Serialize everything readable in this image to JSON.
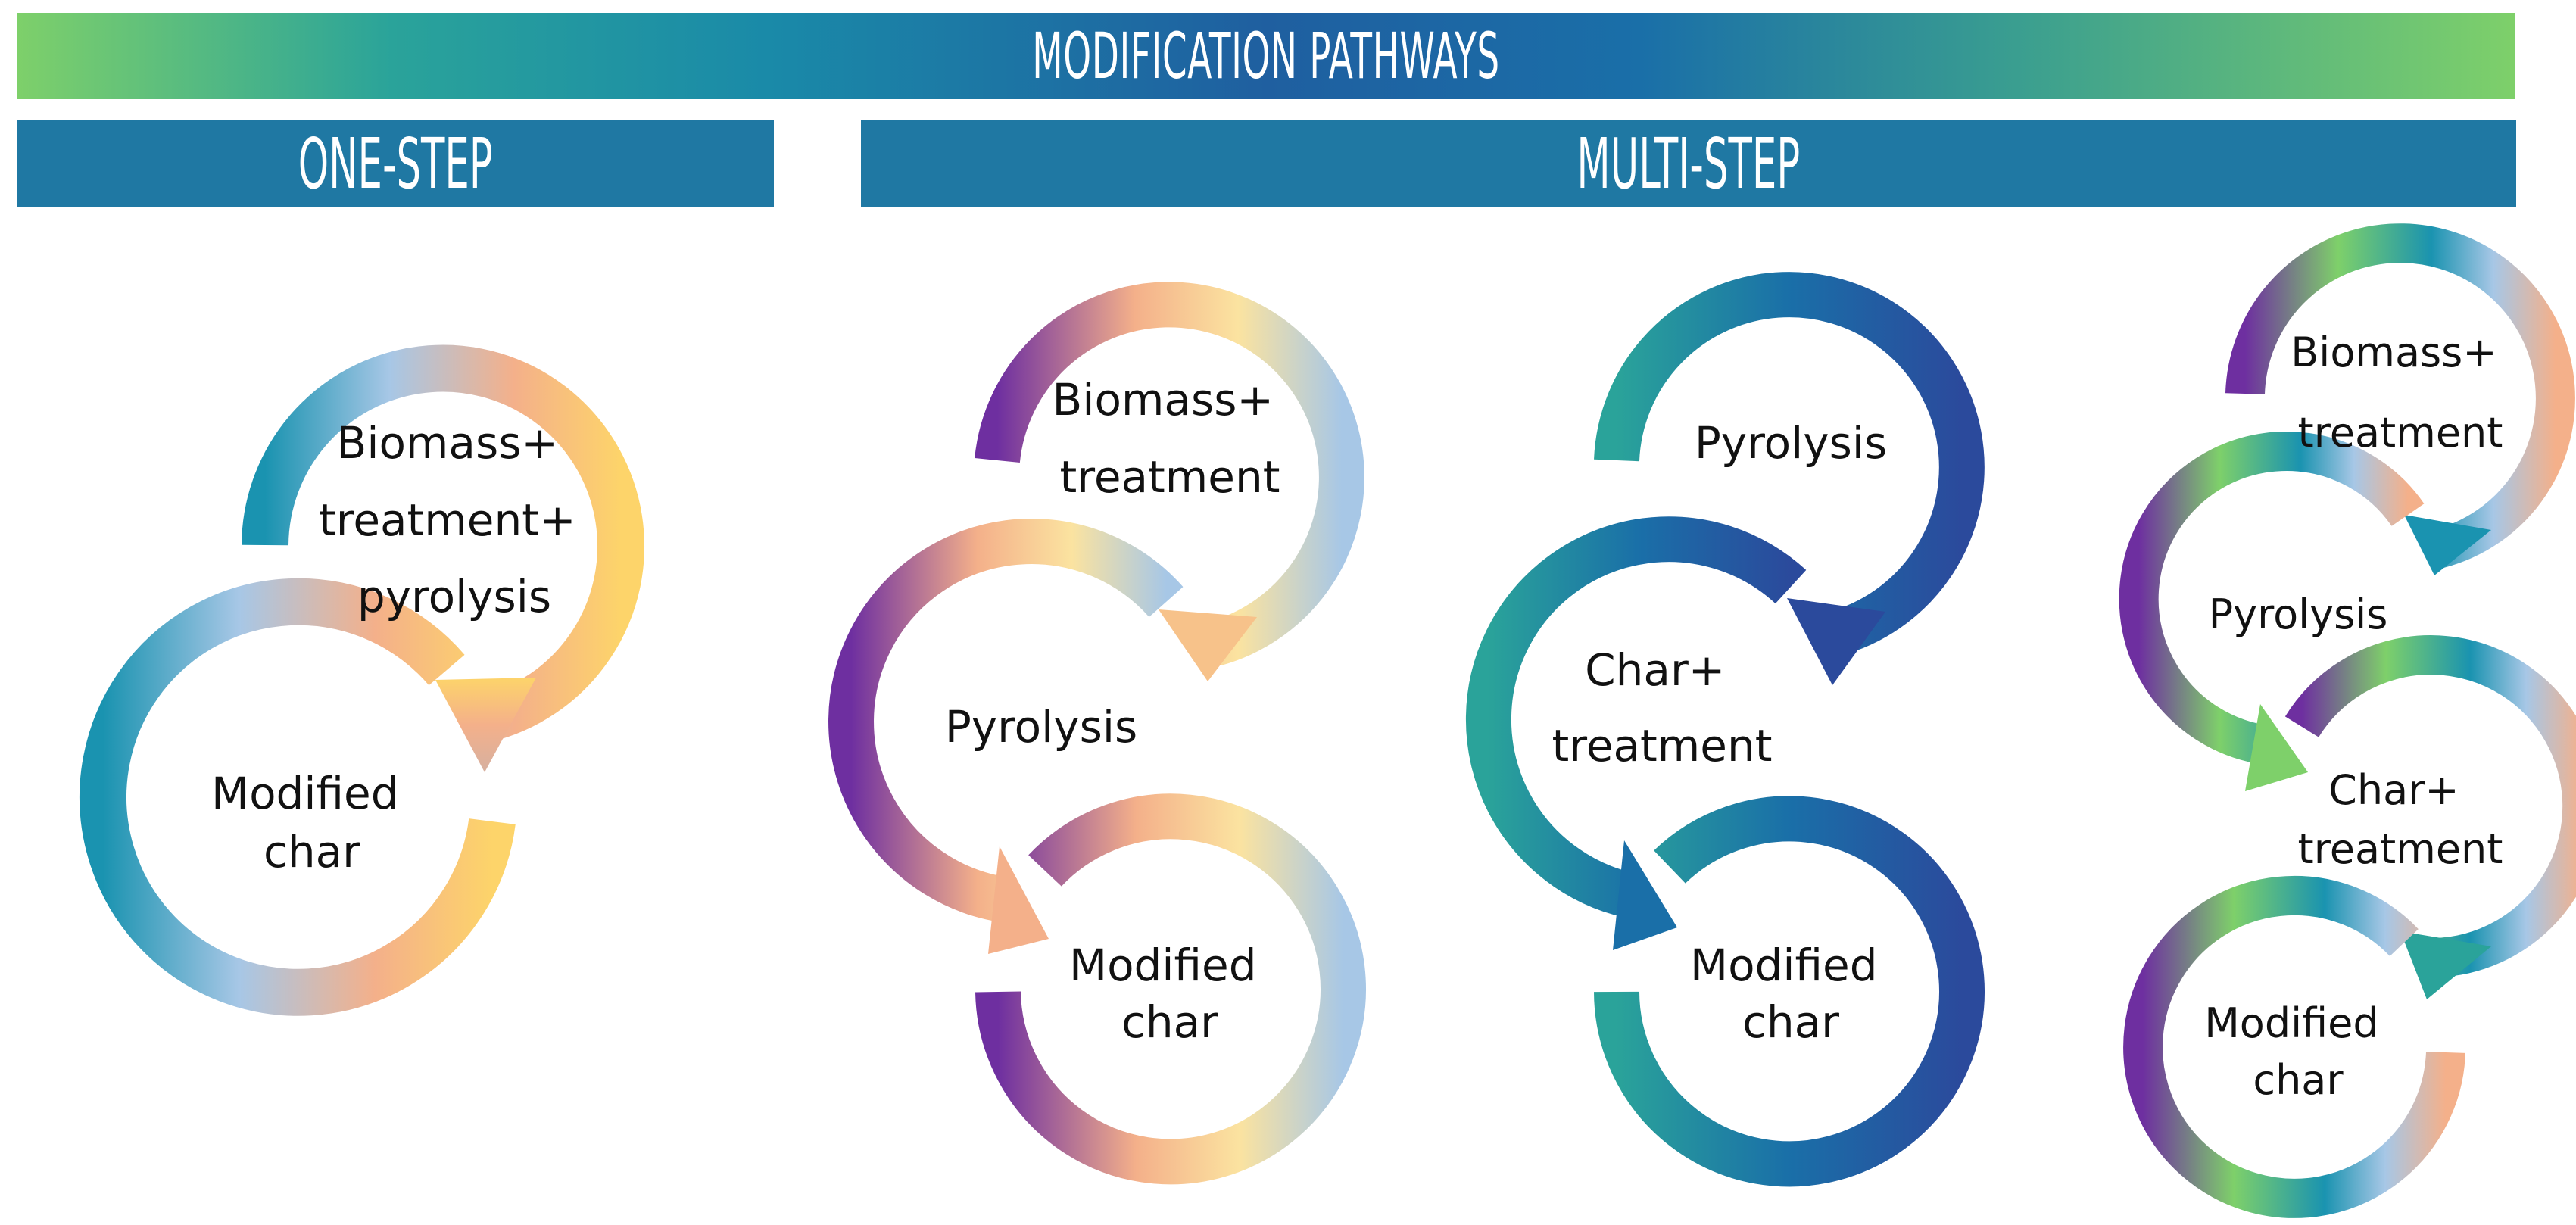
{
  "title": "MODIFICATION PATHWAYS",
  "sections": {
    "one_step": "ONE-STEP",
    "multi_step": "MULTI-STEP"
  },
  "pathways": {
    "one_step": {
      "step1": [
        "Biomass+",
        "treatment+",
        "pyrolysis"
      ],
      "step2": [
        "Modified",
        "char"
      ]
    },
    "multi_a": {
      "step1": [
        "Biomass+",
        "treatment"
      ],
      "step2": [
        "Pyrolysis"
      ],
      "step3": [
        "Modified",
        "char"
      ]
    },
    "multi_b": {
      "step1": [
        "Pyrolysis"
      ],
      "step2": [
        "Char+",
        "treatment"
      ],
      "step3": [
        "Modified",
        "char"
      ]
    },
    "multi_c": {
      "step1": [
        "Biomass+",
        "treatment"
      ],
      "step2": [
        "Pyrolysis"
      ],
      "step3": [
        "Char+",
        "treatment"
      ],
      "step4": [
        "Modified",
        "char"
      ]
    }
  },
  "colors": {
    "banner": "#1f78a3",
    "pastel": [
      "#1a93b0",
      "#a7c7e6",
      "#f4b08a",
      "#fdd46a"
    ],
    "purple_pastel": [
      "#6e2fa0",
      "#f4b08a",
      "#fbe3a0",
      "#a7c7e6"
    ],
    "teal_navy": [
      "#2aa39a",
      "#1a6fa8",
      "#2b4a9c"
    ],
    "purple_green": [
      "#6e2fa0",
      "#7ed06a",
      "#1a93b0",
      "#f4b08a"
    ]
  }
}
